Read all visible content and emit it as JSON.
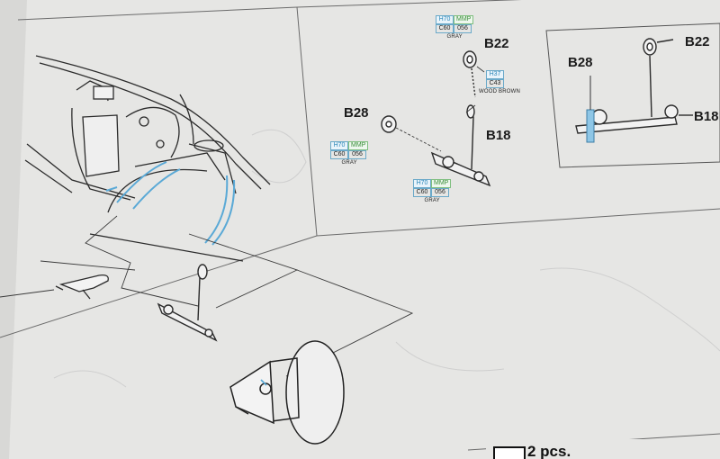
{
  "parts": {
    "b22_main": "B22",
    "b28_main": "B28",
    "b18_main": "B18",
    "b28_detail": "B28",
    "b22_detail": "B22",
    "b18_detail": "B18"
  },
  "paint_codes": {
    "top": {
      "h": "H70",
      "m": "MMP",
      "c": "C60",
      "n": "056",
      "name": "GRAY"
    },
    "brown": {
      "h": "H37",
      "c": "C43",
      "name": "WOOD BROWN"
    },
    "left": {
      "h": "H70",
      "m": "MMP",
      "c": "C60",
      "n": "056",
      "name": "GRAY"
    },
    "bottom": {
      "h": "H70",
      "m": "MMP",
      "c": "C60",
      "n": "056",
      "name": "GRAY"
    }
  },
  "quantity": "2 pcs.",
  "colors": {
    "paper": "#e4e4e2",
    "line": "#2b2b2b",
    "accent_blue": "#5aa9d6"
  }
}
